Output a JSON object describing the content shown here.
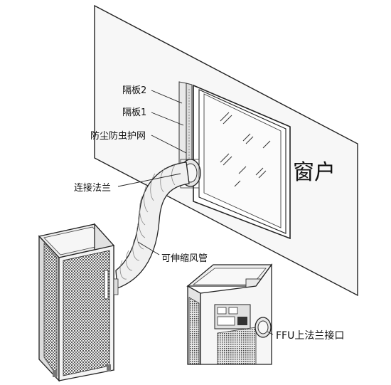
{
  "labels": {
    "partition_2": "隔板2",
    "partition_1": "隔板1",
    "insect_screen": "防尘防虫护网",
    "flange": "连接法兰",
    "flexible_duct": "可伸缩风管",
    "window": "窗户",
    "ffu_flange": "FFU上法兰接口"
  }
}
